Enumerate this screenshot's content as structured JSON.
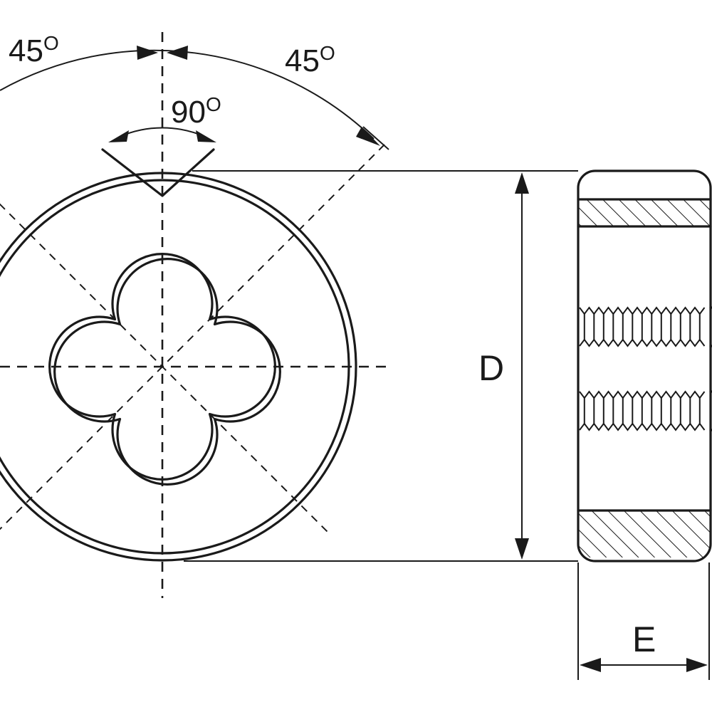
{
  "labels": {
    "angle_left": "45",
    "angle_right": "45",
    "angle_top": "90",
    "degree_mark": "O",
    "diameter": "D",
    "thickness": "E"
  },
  "colors": {
    "stroke": "#1a1a1a",
    "background": "#ffffff"
  }
}
